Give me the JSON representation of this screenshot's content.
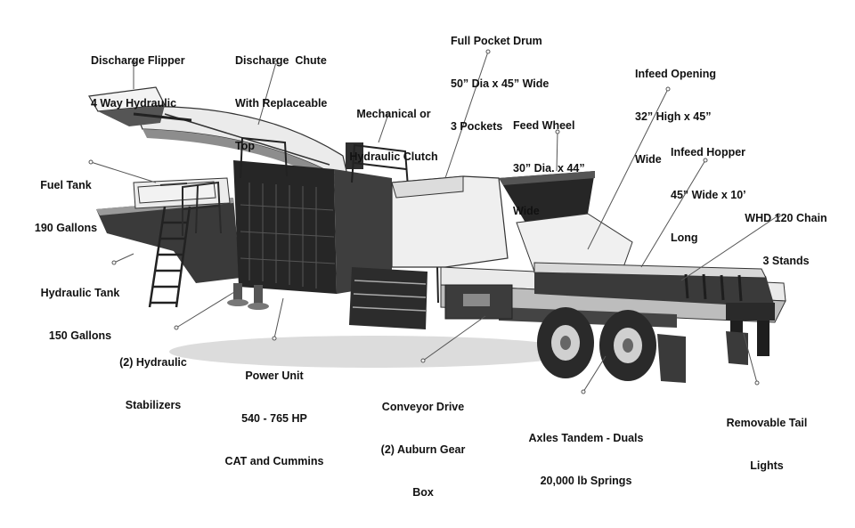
{
  "colors": {
    "background": "#ffffff",
    "machine_dark": "#2b2b2b",
    "machine_mid": "#6e6e6e",
    "machine_light": "#e9e9e9",
    "leader_line": "#555555",
    "text": "#111111"
  },
  "labels": {
    "discharge_flipper": [
      "Discharge Flipper",
      "4 Way Hydraulic"
    ],
    "discharge_chute": [
      "Discharge  Chute",
      "With Replaceable",
      "Top"
    ],
    "full_pocket_drum": [
      "Full Pocket Drum",
      "50” Dia x 45” Wide",
      "3 Pockets"
    ],
    "infeed_opening": [
      "Infeed Opening",
      "32” High x 45”",
      "Wide"
    ],
    "mechanical_clutch": [
      "Mechanical or",
      "Hydraulic Clutch"
    ],
    "feed_wheel": [
      "Feed Wheel",
      "30” Dia. x 44”",
      "Wide"
    ],
    "infeed_hopper": [
      "Infeed Hopper",
      "45” Wide x 10’",
      "Long"
    ],
    "fuel_tank": [
      "Fuel Tank",
      "190 Gallons"
    ],
    "whd_chain": [
      "WHD 120 Chain",
      "3 Stands"
    ],
    "hydraulic_tank": [
      "Hydraulic Tank",
      "150 Gallons"
    ],
    "hydraulic_stabilizers": [
      "(2) Hydraulic",
      "Stabilizers"
    ],
    "power_unit": [
      "Power Unit",
      "540 - 765 HP",
      "CAT and Cummins"
    ],
    "conveyor_drive": [
      "Conveyor Drive",
      "(2) Auburn Gear",
      "Box"
    ],
    "axles": [
      "Axles Tandem - Duals",
      "20,000 lb Springs"
    ],
    "tail_lights": [
      "Removable Tail",
      "Lights"
    ]
  }
}
